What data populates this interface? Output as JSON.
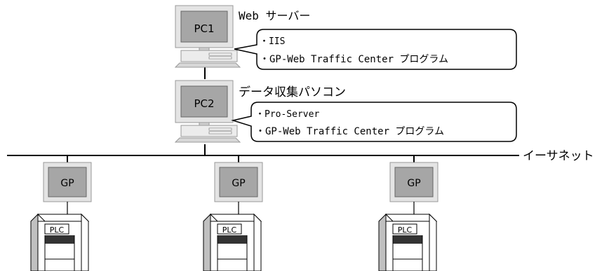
{
  "pc1": {
    "label": "PC1",
    "role": "Web サーバー",
    "software": [
      "・IIS",
      "・GP-Web Traffic Center プログラム"
    ]
  },
  "pc2": {
    "label": "PC2",
    "role": "データ収集パソコン",
    "software": [
      "・Pro-Server",
      "・GP-Web Traffic Center プログラム"
    ]
  },
  "network": {
    "label": "イーサネット"
  },
  "stations": [
    {
      "gp": "GP",
      "plc": "PLC"
    },
    {
      "gp": "GP",
      "plc": "PLC"
    },
    {
      "gp": "GP",
      "plc": "PLC"
    }
  ],
  "colors": {
    "line": "#000000",
    "screen": "#a6a6a6",
    "bezel": "#e4e4e4",
    "plc_side": "#c0c0c0",
    "plc_band": "#333333"
  }
}
